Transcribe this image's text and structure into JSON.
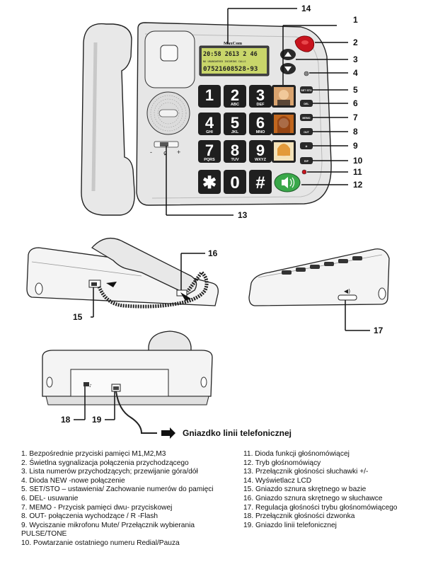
{
  "phone": {
    "brand_label": "MaxCom",
    "lcd_line1": "20:58 2613 2 46",
    "lcd_line2": "NO UNANSWERED INCOMING CALLS",
    "lcd_line3": "07521608528-93",
    "keys": [
      {
        "digit": "1",
        "letters": ""
      },
      {
        "digit": "2",
        "letters": "ABC"
      },
      {
        "digit": "3",
        "letters": "DEF"
      },
      {
        "digit": "4",
        "letters": "GHI"
      },
      {
        "digit": "5",
        "letters": "JKL"
      },
      {
        "digit": "6",
        "letters": "MNO"
      },
      {
        "digit": "7",
        "letters": "PQRS"
      },
      {
        "digit": "8",
        "letters": "TUV"
      },
      {
        "digit": "9",
        "letters": "WXYZ"
      },
      {
        "digit": "✱",
        "letters": ""
      },
      {
        "digit": "0",
        "letters": ""
      },
      {
        "digit": "#",
        "letters": ""
      }
    ],
    "func_keys": [
      "SET STO",
      "DEL",
      "MEMO",
      "OUT",
      "⊘",
      "R/P"
    ],
    "volume_marks": {
      "minus": "-",
      "plus": "+"
    }
  },
  "callouts": [
    "1",
    "2",
    "3",
    "4",
    "5",
    "6",
    "7",
    "8",
    "9",
    "10",
    "11",
    "12",
    "13",
    "14",
    "15",
    "16",
    "17",
    "18",
    "19"
  ],
  "socket_caption": "Gniazdko linii telefonicznej",
  "legend": {
    "left": [
      "1. Bezpośrednie przyciski pamięci M1,M2,M3",
      "2. Świetlna sygnalizacja połączenia przychodzącego",
      "3. Lista numerów przychodzących; przewijanie góra/dół",
      "4. Dioda NEW -nowe połączenie",
      "5. SET/STO – ustawienia/ Zachowanie numerów do pamięci",
      "6. DEL- usuwanie",
      "7. MEMO -  Przycisk  pamięci  dwu- przyciskowej",
      "8. OUT- połączenia wychodzące / R -Flash",
      "9. Wyciszanie mikrofonu Mute/ Przełącznik wybierania",
      "PULSE/TONE",
      "10. Powtarzanie ostatniego numeru Redial/Pauza"
    ],
    "right": [
      "11. Dioda funkcji głośnomówiącej",
      "12. Tryb głośnomówiący",
      "13. Przełącznik głośności słuchawki +/-",
      "14. Wyświetlacz LCD",
      "15. Gniazdo sznura skrętnego w bazie",
      "16. Gniazdo sznura skrętnego w słuchawce",
      "17. Regulacja głośności trybu głośnomówiącego",
      "18. Przełącznik głośności dzwonka",
      "19. Gniazdo linii telefonicznej"
    ]
  },
  "colors": {
    "body": "#e6e6e6",
    "body_shadow": "#cfcfcf",
    "key": "#1f1f1f",
    "speaker_button": "#3aa84a",
    "ring_led": "#c8141e",
    "lcd": "#c9d66a",
    "outline": "#222222"
  }
}
